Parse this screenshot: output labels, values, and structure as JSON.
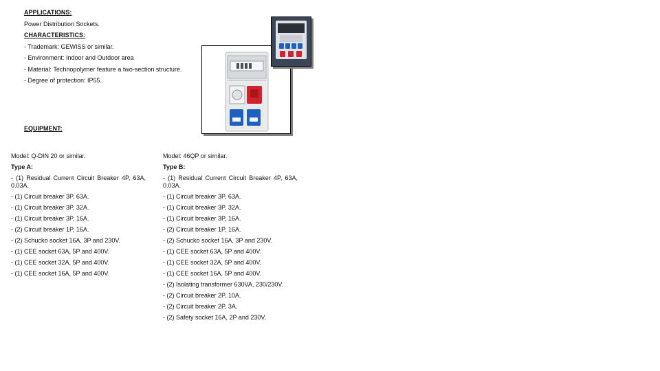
{
  "applications": {
    "heading": "APPLICATIONS:",
    "text": "Power Distribution Sockets."
  },
  "characteristics": {
    "heading": "CHARACTERISTICS:",
    "items": [
      "- Trademark: GEWISS or similar.",
      "- Environment: Indoor and Outdoor area",
      "- Material: Technopolymer feature a two-section structure.",
      "- Degree of protection: IP55."
    ]
  },
  "equipment": {
    "heading": "EQUIPMENT:",
    "type_a": {
      "model": "Model: Q-DIN 20 or similar.",
      "title": "Type A:",
      "first_item": "- (1) Residual Current Circuit Breaker 4P, 63A, 0.03A.",
      "items": [
        "- (1) Circuit breaker 3P, 63A.",
        "- (1) Circuit breaker 3P, 32A.",
        "- (1) Circuit breaker 3P, 16A.",
        "- (2) Circuit breaker 1P, 16A.",
        "- (2) Schucko socket 16A, 3P and 230V.",
        "- (1) CEE socket 63A, 5P and 400V.",
        "- (1) CEE socket 32A, 5P and 400V.",
        "- (1) CEE socket 16A, 5P and 400V."
      ]
    },
    "type_b": {
      "model": "Model: 46QP or similar.",
      "title": "Type B:",
      "first_item": "- (1) Residual Current Circuit Breaker 4P, 63A, 0.03A.",
      "items": [
        "- (1) Circuit breaker 3P, 63A.",
        "- (1) Circuit breaker 3P, 32A.",
        "- (1) Circuit breaker 3P, 16A.",
        "- (2) Circuit breaker 1P, 16A.",
        "- (2) Schucko socket 16A, 3P and 230V.",
        "- (1) CEE socket 63A, 5P and 400V.",
        "- (1) CEE socket 32A, 5P and 400V.",
        "- (1) CEE socket 16A, 5P and 400V.",
        "- (2) Isolating transformer 630VA, 230/230V.",
        "- (2) Circuit breaker 2P, 10A.",
        "- (2) Circuit breaker 2P, 3A.",
        "- (2) Safety socket 16A, 2P and 230V."
      ]
    }
  },
  "colors": {
    "socket_blue": "#1f5fbf",
    "socket_red": "#d2232a",
    "enclosure_grey": "#e4e6e8"
  }
}
